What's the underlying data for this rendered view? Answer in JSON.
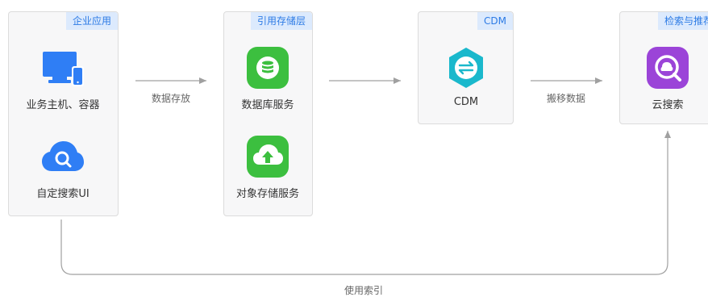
{
  "groups": {
    "enterprise_app": {
      "title": "企业应用"
    },
    "reference_storage": {
      "title": "引用存储层"
    },
    "cdm": {
      "title": "CDM"
    },
    "search_recommend": {
      "title": "检索与推荐"
    }
  },
  "nodes": {
    "business_host": {
      "label": "业务主机、容器",
      "icon": "monitor-phone-icon"
    },
    "custom_search_ui": {
      "label": "自定搜索UI",
      "icon": "cloud-search-icon"
    },
    "database_service": {
      "label": "数据库服务",
      "icon": "database-icon"
    },
    "object_storage_service": {
      "label": "对象存储服务",
      "icon": "cloud-upload-icon"
    },
    "cdm_node": {
      "label": "CDM",
      "icon": "transfer-icon"
    },
    "cloud_search": {
      "label": "云搜索",
      "icon": "magnifier-icon"
    }
  },
  "edges": {
    "store_data": {
      "label": "数据存放"
    },
    "migrate_data": {
      "label": "搬移数据"
    },
    "use_index": {
      "label": "使用索引"
    }
  },
  "colors": {
    "tag_bg": "#dceafd",
    "tag_text": "#2d7be5",
    "blue_icon": "#2f7ef5",
    "green_icon": "#3cbf3f",
    "teal_icon": "#1ab8cc",
    "purple_icon": "#9b44d8",
    "arrow": "#a0a0a0"
  }
}
